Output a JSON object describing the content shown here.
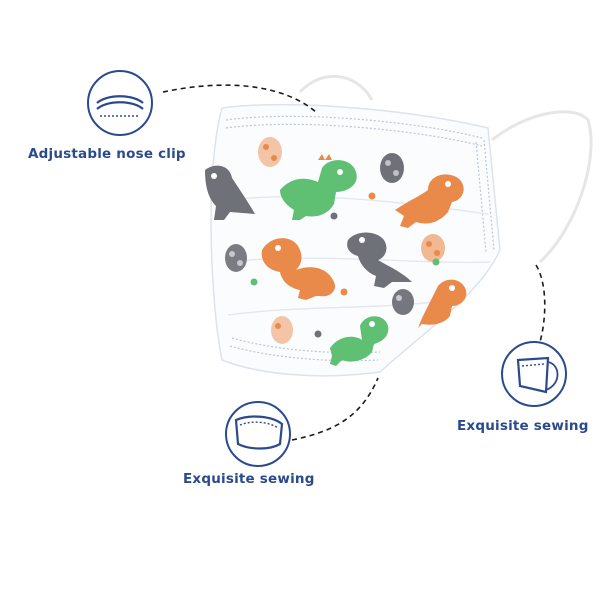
{
  "callouts": {
    "nose_clip": {
      "label": "Adjustable nose clip",
      "icon": "nose-clip-icon"
    },
    "sewing_bottom": {
      "label": "Exquisite sewing",
      "icon": "mask-outline-icon"
    },
    "sewing_right": {
      "label": "Exquisite sewing",
      "icon": "ear-loop-icon"
    }
  },
  "colors": {
    "label": "#2b4a8e",
    "icon_stroke": "#2b4a8e",
    "dino_green": "#5fbf73",
    "dino_orange": "#e98a4a",
    "dino_gray": "#6f7178",
    "mask_stitch": "#b9c6d6"
  }
}
